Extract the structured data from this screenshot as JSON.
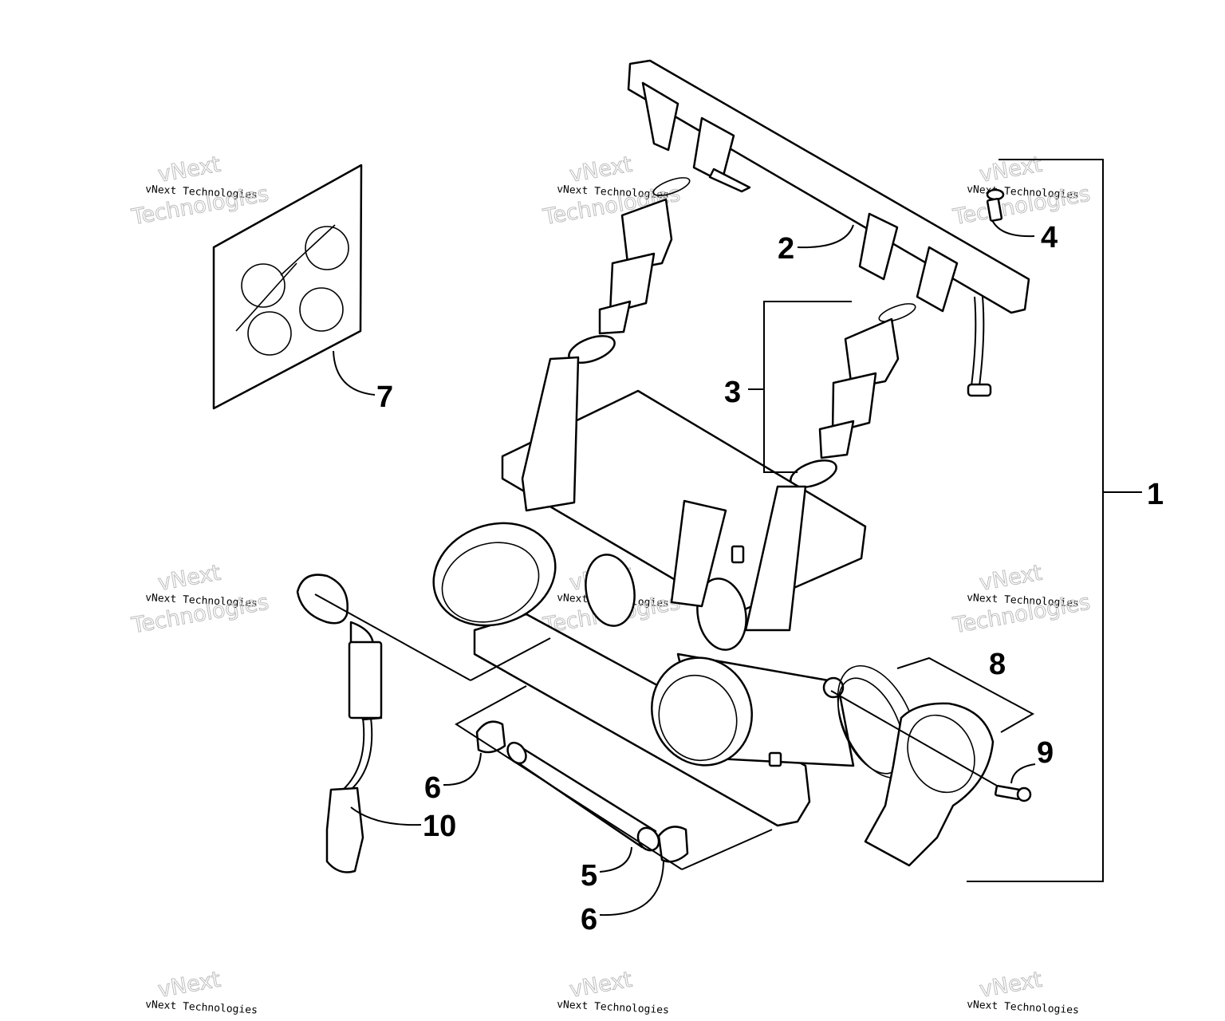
{
  "callouts": [
    {
      "id": "1",
      "label": "1"
    },
    {
      "id": "2",
      "label": "2"
    },
    {
      "id": "3",
      "label": "3"
    },
    {
      "id": "4",
      "label": "4"
    },
    {
      "id": "5",
      "label": "5"
    },
    {
      "id": "6a",
      "label": "6"
    },
    {
      "id": "6b",
      "label": "6"
    },
    {
      "id": "7",
      "label": "7"
    },
    {
      "id": "8",
      "label": "8"
    },
    {
      "id": "9",
      "label": "9"
    },
    {
      "id": "10",
      "label": "10"
    }
  ],
  "watermark": {
    "line1": "vNext Technologies",
    "line2": "vNext",
    "line3": "Technologies"
  }
}
